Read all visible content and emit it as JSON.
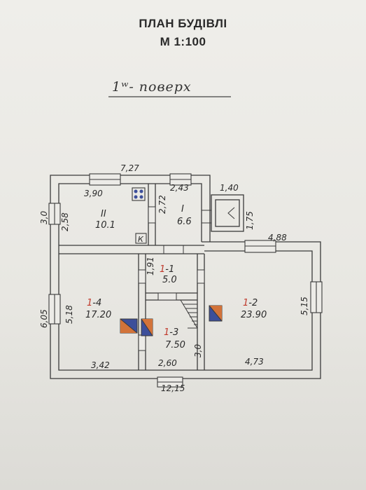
{
  "header": {
    "title": "ПЛАН БУДІВЛІ",
    "scale": "М 1:100"
  },
  "floor_label": "1ʷ- поверх",
  "dimensions": {
    "top_total": "7,27",
    "room_ii_width": "3,90",
    "room_i_width": "2,43",
    "porch_width": "1,40",
    "porch_depth": "1,75",
    "left_upper": "3,0",
    "room_ii_height": "2,58",
    "room_i_height": "2,72",
    "right_top": "4,88",
    "hall_height": "1,91",
    "left_total": "6,05",
    "room_1_4_height": "5,18",
    "room_1_2_height": "5,15",
    "stair_height": "3,0",
    "room_1_4_width": "3,42",
    "room_1_3_width": "2,60",
    "room_1_2_width": "4,73",
    "bottom_total": "12,15"
  },
  "rooms": {
    "ii": {
      "num": "II",
      "area": "10.1"
    },
    "i": {
      "num": "I",
      "area": "6.6"
    },
    "r1_1": {
      "prefix": "1",
      "num": "-1",
      "area": "5.0"
    },
    "r1_4": {
      "prefix": "1",
      "num": "-4",
      "area": "17.20"
    },
    "r1_2": {
      "prefix": "1",
      "num": "-2",
      "area": "23.90"
    },
    "r1_3": {
      "prefix": "1",
      "num": "-3",
      "area": "7.50"
    }
  },
  "marks": {
    "k": "К"
  },
  "colors": {
    "wall": "#3a3a3a",
    "stove_orange": "#d2733a",
    "stove_blue": "#3d4f9a",
    "red_label": "#c0392b",
    "paper": "#ecebe7"
  }
}
